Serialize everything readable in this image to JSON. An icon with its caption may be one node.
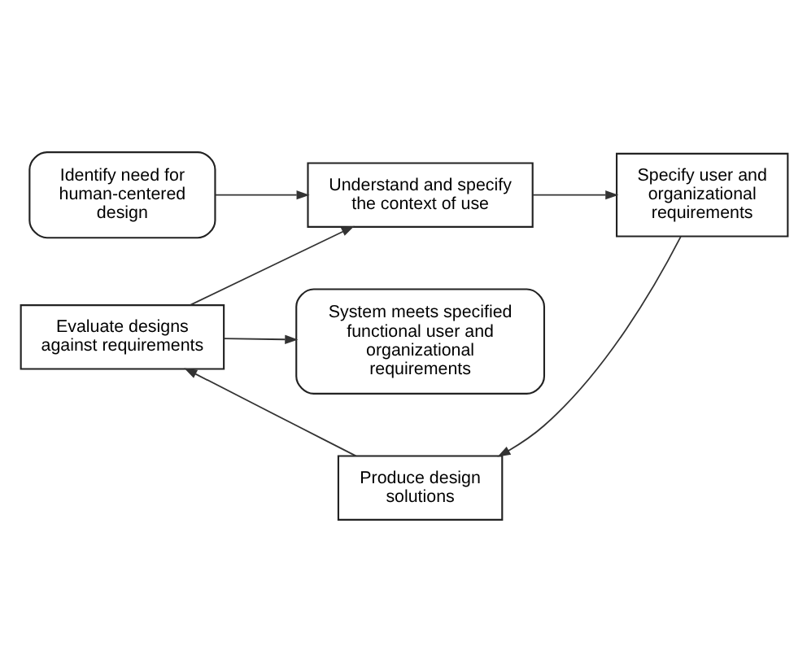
{
  "diagram": {
    "nodes": [
      {
        "text": [
          "Identify need for human-centered design"
        ]
      },
      {
        "text": [
          "Understand and specify the context of use"
        ]
      },
      {
        "text": [
          "Evaluate designs against requirements"
        ]
      },
      {
        "text": [
          "System meets specified functional user and organizational requirements"
        ]
      },
      {
        "text": [
          "Specify user and organizational requirements"
        ]
      },
      {
        "text": [
          "Produce design solutions"
        ]
      }
    ],
    "edges": [
      {
        "from": 0,
        "to": 1,
        "arrow": "to"
      },
      {
        "from": 1,
        "to": 4,
        "arrow": "to"
      },
      {
        "from": 4,
        "to": 5,
        "arrow": "to"
      },
      {
        "from": 5,
        "to": 2,
        "arrow": "to"
      },
      {
        "from": 2,
        "to": 1,
        "arrow": "to"
      },
      {
        "from": 2,
        "to": 3,
        "arrow": "to"
      }
    ]
  }
}
